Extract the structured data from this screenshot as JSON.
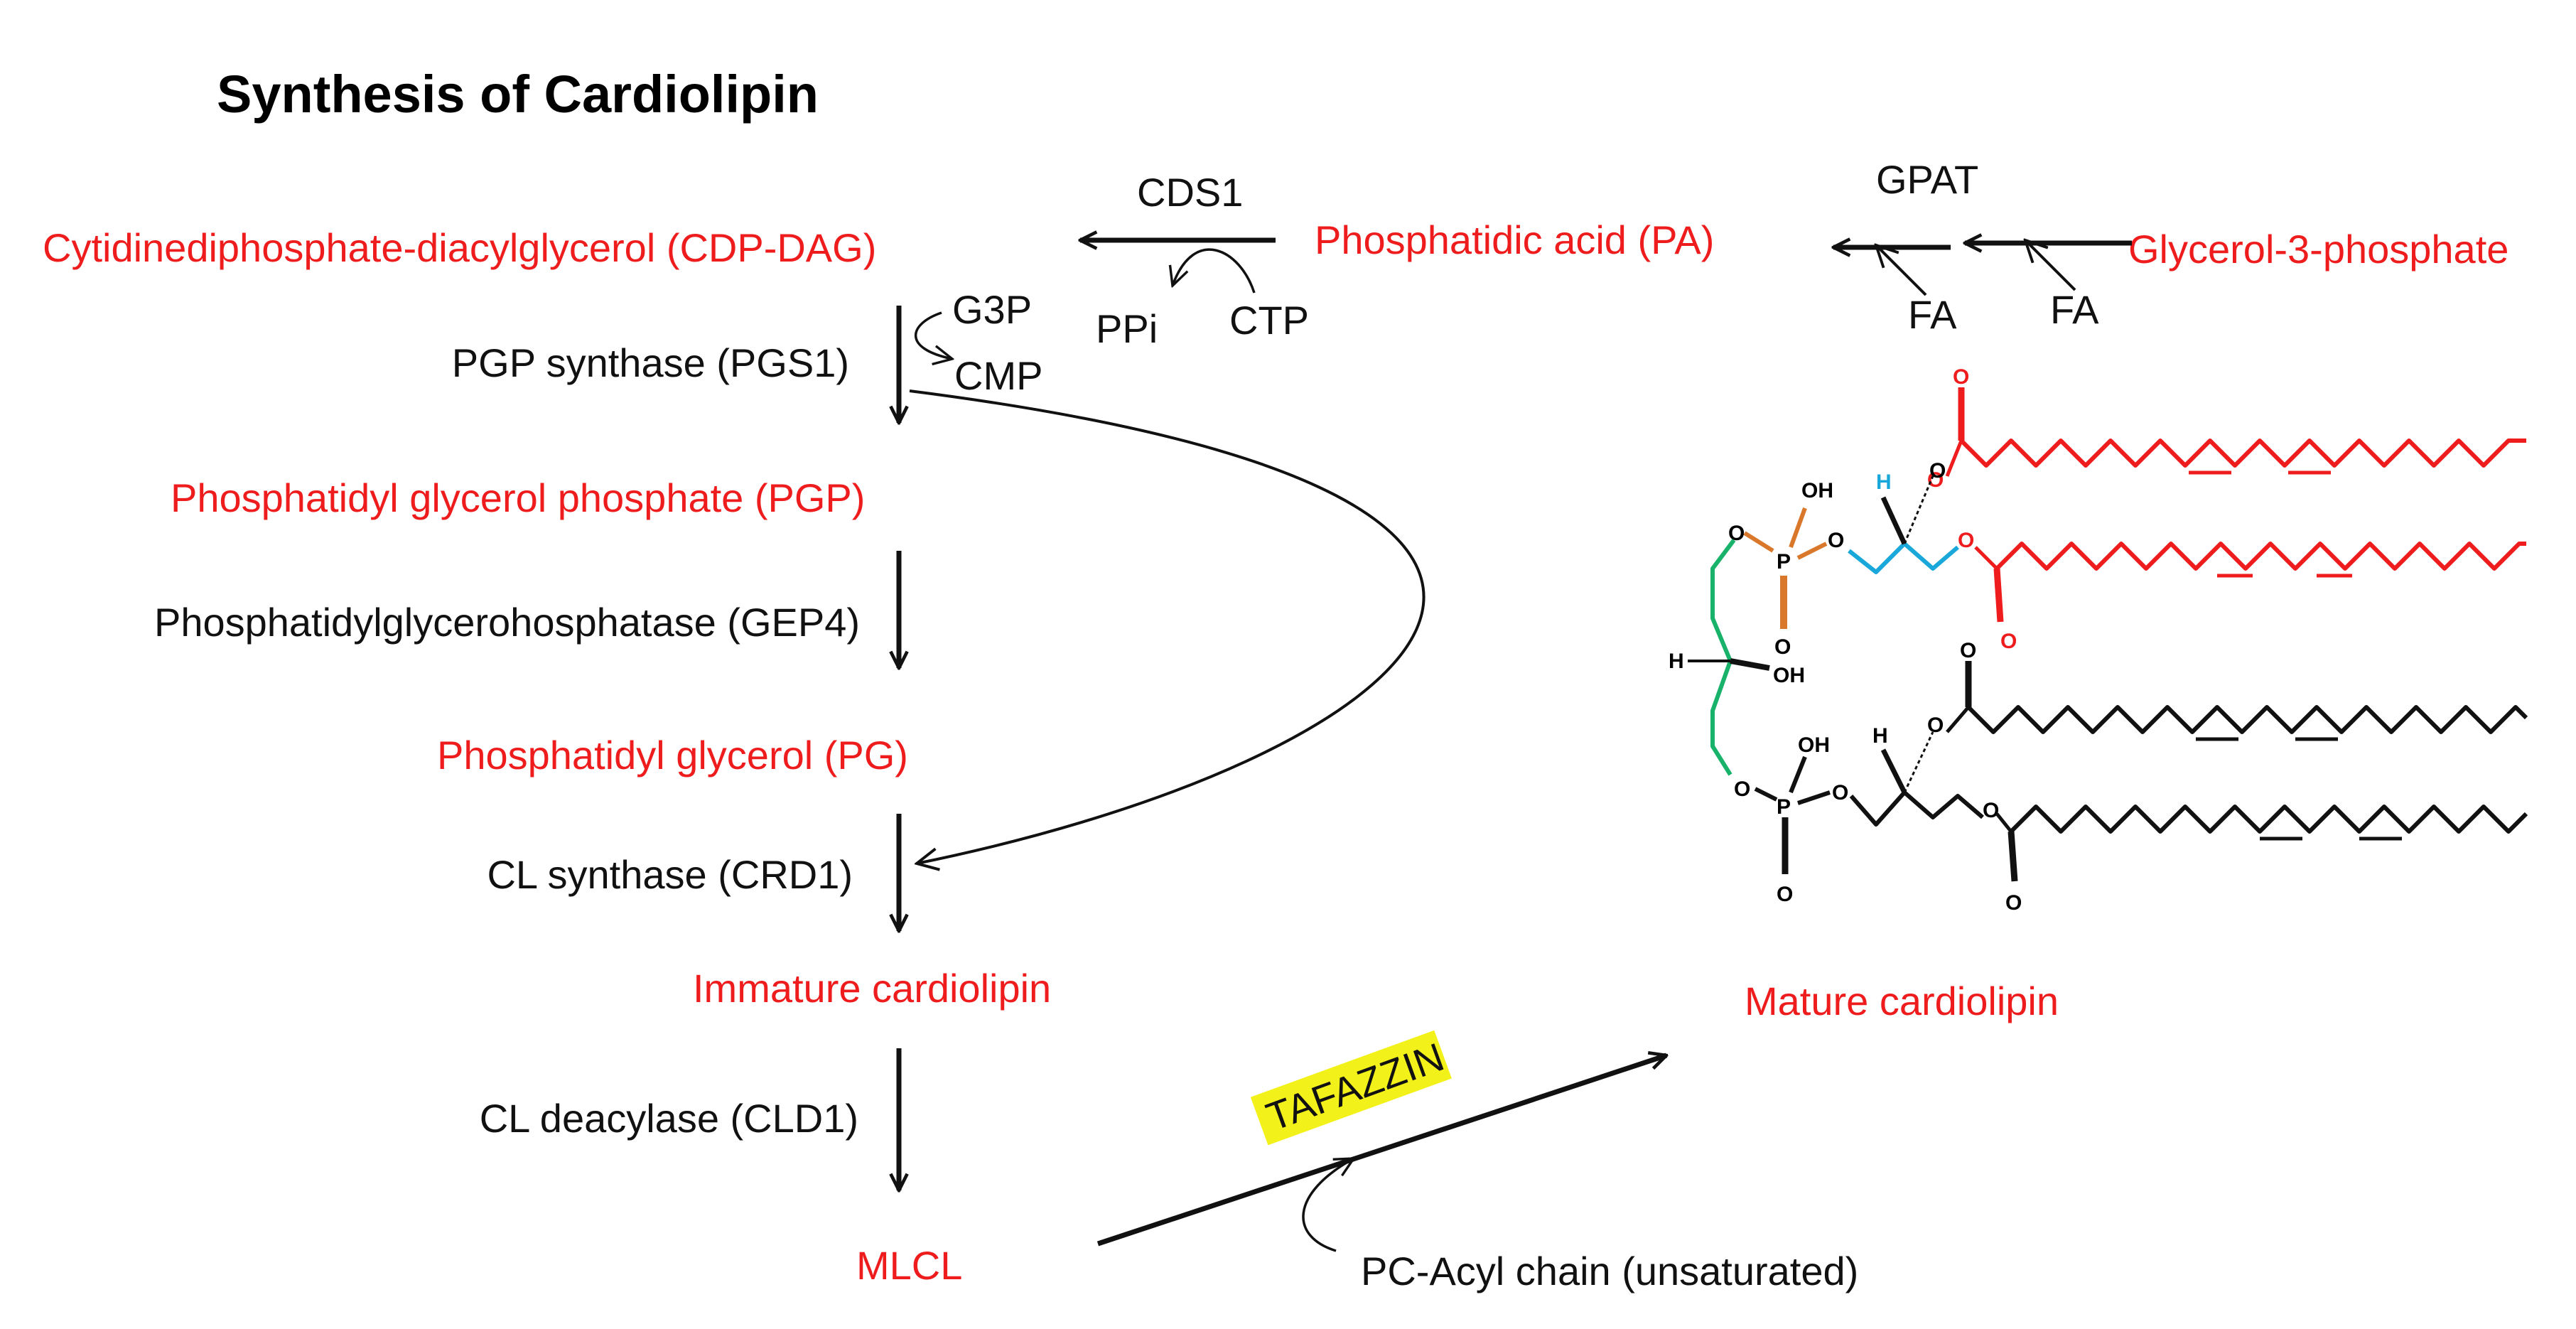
{
  "title": "Synthesis of Cardiolipin",
  "compounds": {
    "cdp_dag": "Cytidinediphosphate-diacylglycerol (CDP-DAG)",
    "pa": "Phosphatidic acid (PA)",
    "g3p_full": "Glycerol-3-phosphate",
    "pgp": "Phosphatidyl glycerol phosphate (PGP)",
    "pg": "Phosphatidyl glycerol (PG)",
    "immature_cl": "Immature cardiolipin",
    "mlcl": "MLCL",
    "mature_cl": "Mature cardiolipin"
  },
  "enzymes": {
    "cds1": "CDS1",
    "gpat": "GPAT",
    "pgs1": "PGP synthase (PGS1)",
    "gep4": "Phosphatidylglycerohosphatase (GEP4)",
    "crd1": "CL synthase (CRD1)",
    "cld1": "CL deacylase (CLD1)",
    "tafazzin": "TAFAZZIN"
  },
  "cofactors": {
    "ppi": "PPi",
    "ctp": "CTP",
    "fa1": "FA",
    "fa2": "FA",
    "g3p": "G3P",
    "cmp": "CMP",
    "pc_acyl": "PC-Acyl chain (unsaturated)"
  },
  "structure_atoms": {
    "o": "O",
    "oh": "OH",
    "p": "P",
    "h": "H"
  },
  "colors": {
    "compound": "#ee1c1c",
    "enzyme": "#111111",
    "tafazzin_highlight": "#f2f21a",
    "structure_red": "#ee1c1c",
    "structure_orange": "#d9772a",
    "structure_blue": "#19a8d9",
    "structure_green": "#19b26b"
  }
}
